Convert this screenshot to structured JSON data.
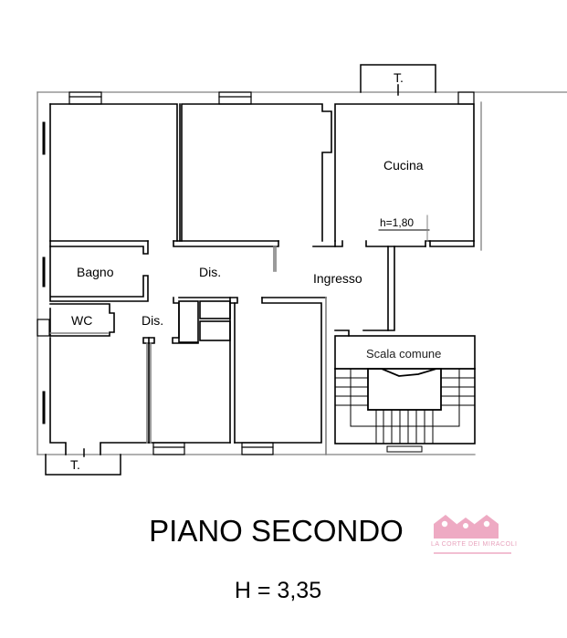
{
  "plan": {
    "title": "PIANO SECONDO",
    "height_label": "H = 3,35"
  },
  "rooms": {
    "cucina": "Cucina",
    "bagno": "Bagno",
    "dis_main": "Dis.",
    "wc": "WC",
    "dis_small": "Dis.",
    "ingresso": "Ingresso",
    "scala": "Scala comune",
    "terrace_top": "T.",
    "terrace_bottom": "T.",
    "cucina_height": "h=1,80"
  },
  "logo": {
    "text": "LA CORTE DEI MIRACOLI",
    "color": "#eeaac3"
  },
  "colors": {
    "wall": "#000000",
    "outer_wall": "#808080"
  }
}
